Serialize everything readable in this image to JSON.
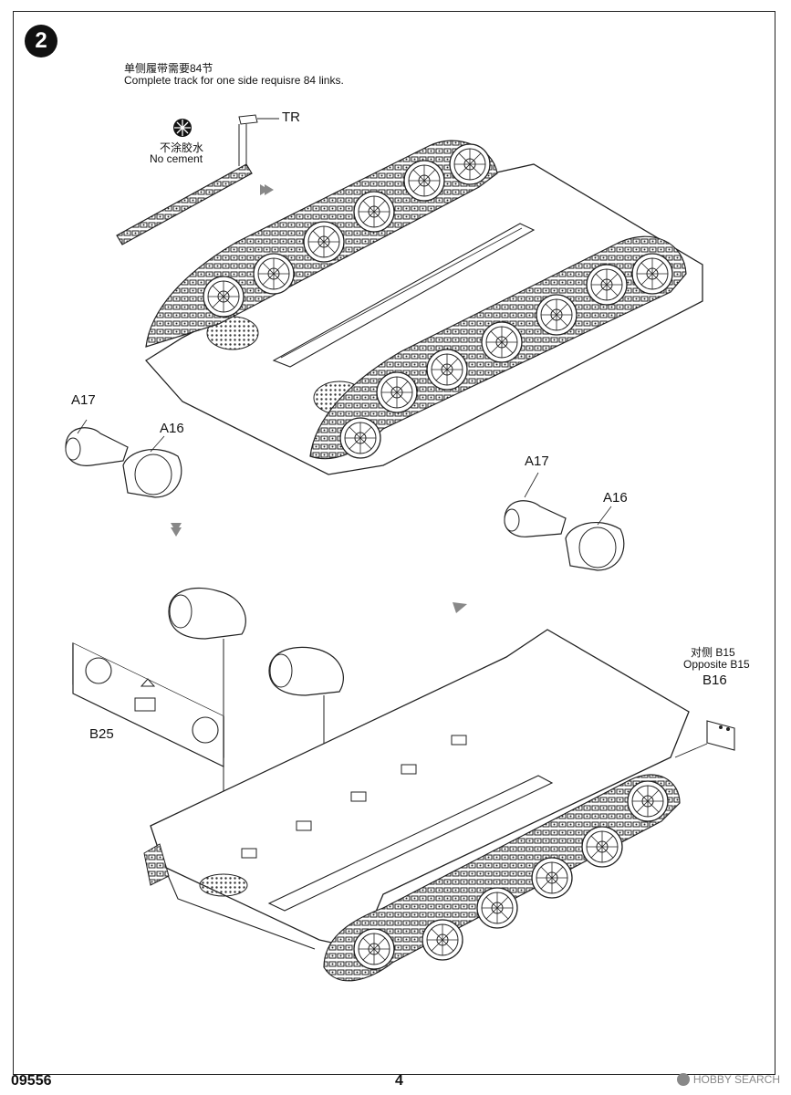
{
  "step": {
    "number": "2"
  },
  "track_note": {
    "cn": "单侧履带需要84节",
    "en": "Complete track for one side requisre 84 links."
  },
  "parts": {
    "tr": "TR",
    "a17": "A17",
    "a16": "A16",
    "b25": "B25",
    "b16": "B16"
  },
  "cement_note": {
    "cn": "不涂胶水",
    "en": "No cement"
  },
  "opposite_note": {
    "cn": "对侧 B15",
    "en": "Opposite B15"
  },
  "footer": {
    "code": "09556",
    "page": "4"
  },
  "watermark": {
    "text": "HOBBY SEARCH"
  },
  "icons": {
    "no_cement": "no-cement-icon",
    "step_arrow": "assembly-arrow-icon"
  }
}
